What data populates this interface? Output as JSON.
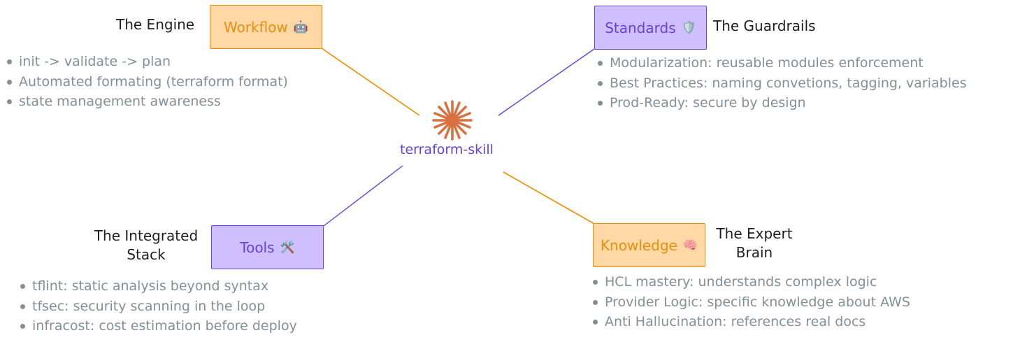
{
  "center": {
    "label": "terraform-skill",
    "icon": "asterisk-burst-icon",
    "icon_color": "#d9703f"
  },
  "colors": {
    "orange_fill": "#ffd8a6",
    "orange_stroke": "#f08c00",
    "purple_fill": "#d0bfff",
    "purple_stroke": "#6741d9",
    "bullet_text": "#868e96"
  },
  "nodes": {
    "workflow": {
      "label": "Workflow",
      "emoji": "🤖",
      "caption": "The Engine",
      "bullets": [
        "init -> validate -> plan",
        "Automated formating (terraform format)",
        "state management awareness"
      ]
    },
    "standards": {
      "label": "Standards",
      "emoji": "🛡️",
      "caption": "The Guardrails",
      "bullets": [
        "Modularization: reusable modules enforcement",
        "Best Practices: naming convetions, tagging, variables",
        "Prod-Ready: secure by design"
      ]
    },
    "tools": {
      "label": "Tools",
      "emoji": "🛠️",
      "caption_line1": "The Integrated",
      "caption_line2": "Stack",
      "bullets": [
        "tflint: static analysis beyond syntax",
        "tfsec: security scanning in the loop",
        "infracost: cost estimation before deploy"
      ]
    },
    "knowledge": {
      "label": "Knowledge",
      "emoji": "🧠",
      "caption_line1": "The Expert",
      "caption_line2": "Brain",
      "bullets": [
        "HCL mastery: understands complex logic",
        "Provider Logic: specific knowledge about AWS",
        "Anti Hallucination: references real docs"
      ]
    }
  }
}
